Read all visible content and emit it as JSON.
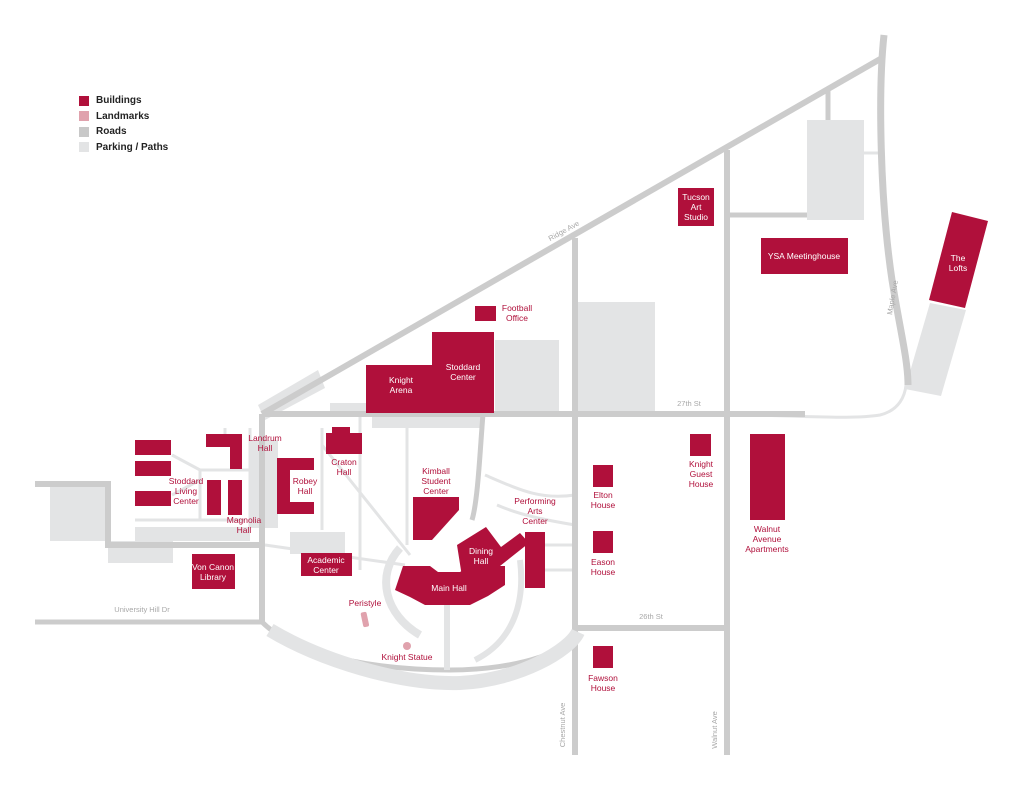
{
  "colors": {
    "building": "#b0103b",
    "landmark": "#e0a2ad",
    "road": "#cccccc",
    "parking": "#e3e4e5"
  },
  "legend": [
    {
      "label": "Buildings",
      "color": "#b0103b"
    },
    {
      "label": "Landmarks",
      "color": "#e0a2ad"
    },
    {
      "label": "Roads",
      "color": "#c8c8c8"
    },
    {
      "label": "Parking / Paths",
      "color": "#e3e4e5"
    }
  ],
  "streets": {
    "ridge": "Ridge Ave",
    "maple": "Maple Ave",
    "s27": "27th St",
    "s26": "26th St",
    "univ": "University Hill Dr",
    "chestnut": "Chestnut Ave",
    "walnut": "Walnut Ave"
  },
  "buildings": {
    "tucson": [
      "Tucson",
      "Art",
      "Studio"
    ],
    "ysa": [
      "YSA Meetinghouse"
    ],
    "lofts": [
      "The",
      "Lofts"
    ],
    "football": [
      "Football",
      "Office"
    ],
    "knight_arena": [
      "Knight",
      "Arena"
    ],
    "stoddard_center": [
      "Stoddard",
      "Center"
    ],
    "landrum": [
      "Landrum",
      "Hall"
    ],
    "craton": [
      "Craton",
      "Hall"
    ],
    "robey": [
      "Robey",
      "Hall"
    ],
    "stoddard_living": [
      "Stoddard",
      "Living",
      "Center"
    ],
    "magnolia": [
      "Magnolia",
      "Hall"
    ],
    "kimball": [
      "Kimball",
      "Student",
      "Center"
    ],
    "performing": [
      "Performing",
      "Arts",
      "Center"
    ],
    "elton": [
      "Elton",
      "House"
    ],
    "knight_guest": [
      "Knight",
      "Guest",
      "House"
    ],
    "walnut_apts": [
      "Walnut",
      "Avenue",
      "Apartments"
    ],
    "dining": [
      "Dining",
      "Hall"
    ],
    "academic": [
      "Academic",
      "Center"
    ],
    "von_canon": [
      "Von Canon",
      "Library"
    ],
    "main_hall": [
      "Main Hall"
    ],
    "eason": [
      "Eason",
      "House"
    ],
    "fawson": [
      "Fawson",
      "House"
    ]
  },
  "landmarks": {
    "peristyle": [
      "Peristyle"
    ],
    "knight_statue": [
      "Knight Statue"
    ]
  }
}
